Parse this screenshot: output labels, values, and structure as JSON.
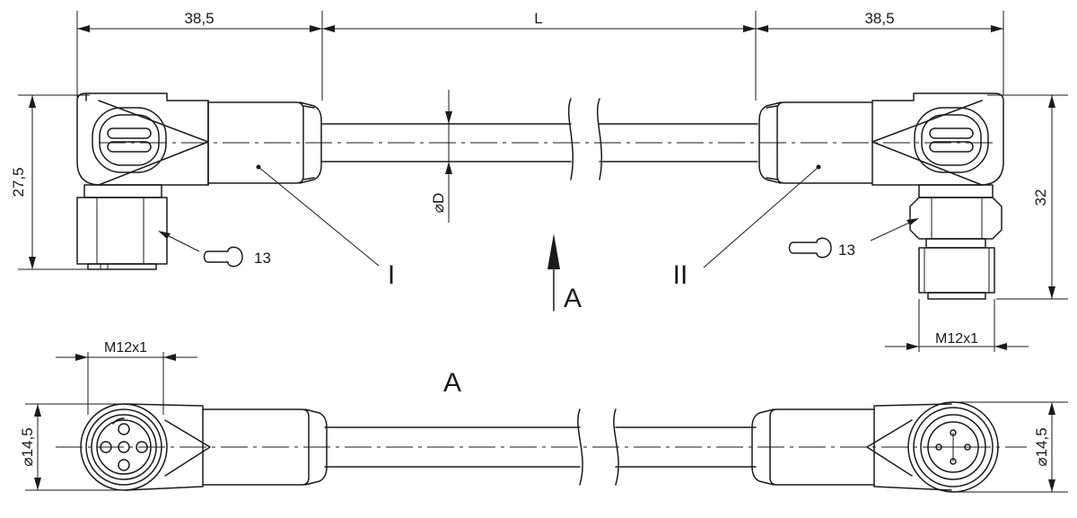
{
  "labels": {
    "dim_left_length": "38,5",
    "dim_cable_length": "L",
    "dim_right_length": "38,5",
    "dim_left_height": "27,5",
    "dim_right_height": "32",
    "cable_diameter": "⌀D",
    "wrench_left": "13",
    "wrench_right": "13",
    "connector_one": "I",
    "connector_two": "II",
    "view_arrow": "A",
    "view_title": "A",
    "thread_left": "M12x1",
    "thread_right": "M12x1",
    "diameter_left": "⌀14,5",
    "diameter_right": "⌀14,5"
  }
}
